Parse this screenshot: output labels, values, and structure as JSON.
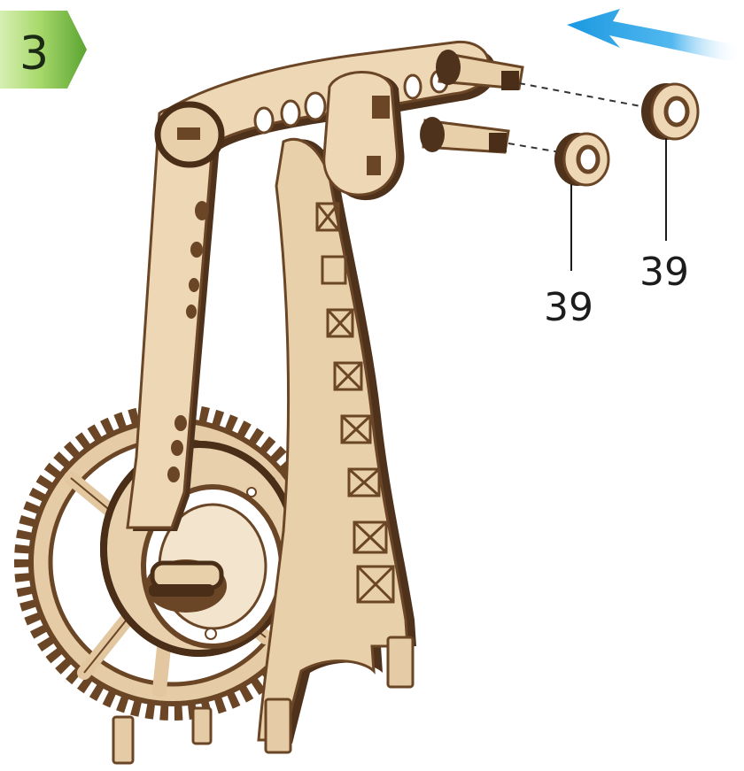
{
  "step": {
    "number": "3"
  },
  "parts": [
    {
      "label": "39"
    },
    {
      "label": "39"
    }
  ],
  "colors": {
    "wood_face": "#e9d1ae",
    "wood_face_light": "#f2dfc2",
    "wood_edge": "#6b4626",
    "wood_edge_dark": "#4a2e17",
    "badge_green_light": "#bfe28a",
    "badge_green_dark": "#5ca532",
    "arrow_blue": "#1e9fe3"
  },
  "icons": {
    "direction_arrow": "arrow-left-icon"
  }
}
